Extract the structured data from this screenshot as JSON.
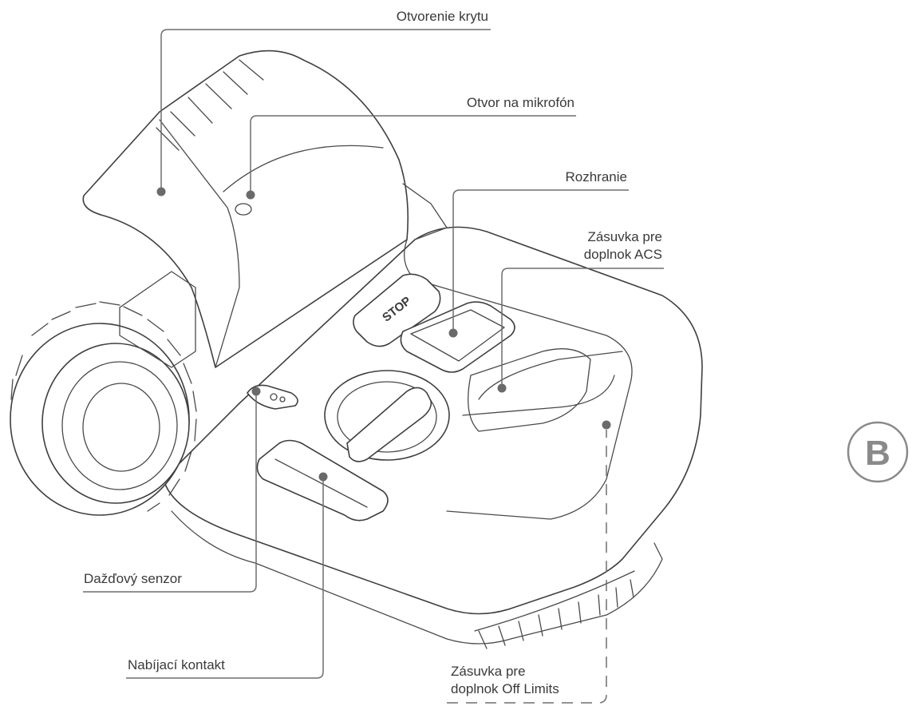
{
  "labels": {
    "cover_opening": "Otvorenie krytu",
    "microphone_hole": "Otvor na mikrofón",
    "interface": "Rozhranie",
    "acs_socket_line1": "Zásuvka pre",
    "acs_socket_line2": "doplnok ACS",
    "rain_sensor": "Dažďový senzor",
    "charging_contact": "Nabíjací kontakt",
    "offlimits_socket_line1": "Zásuvka pre",
    "offlimits_socket_line2": "doplnok Off Limits"
  },
  "panel_badge": "B",
  "stop_button_text": "STOP"
}
